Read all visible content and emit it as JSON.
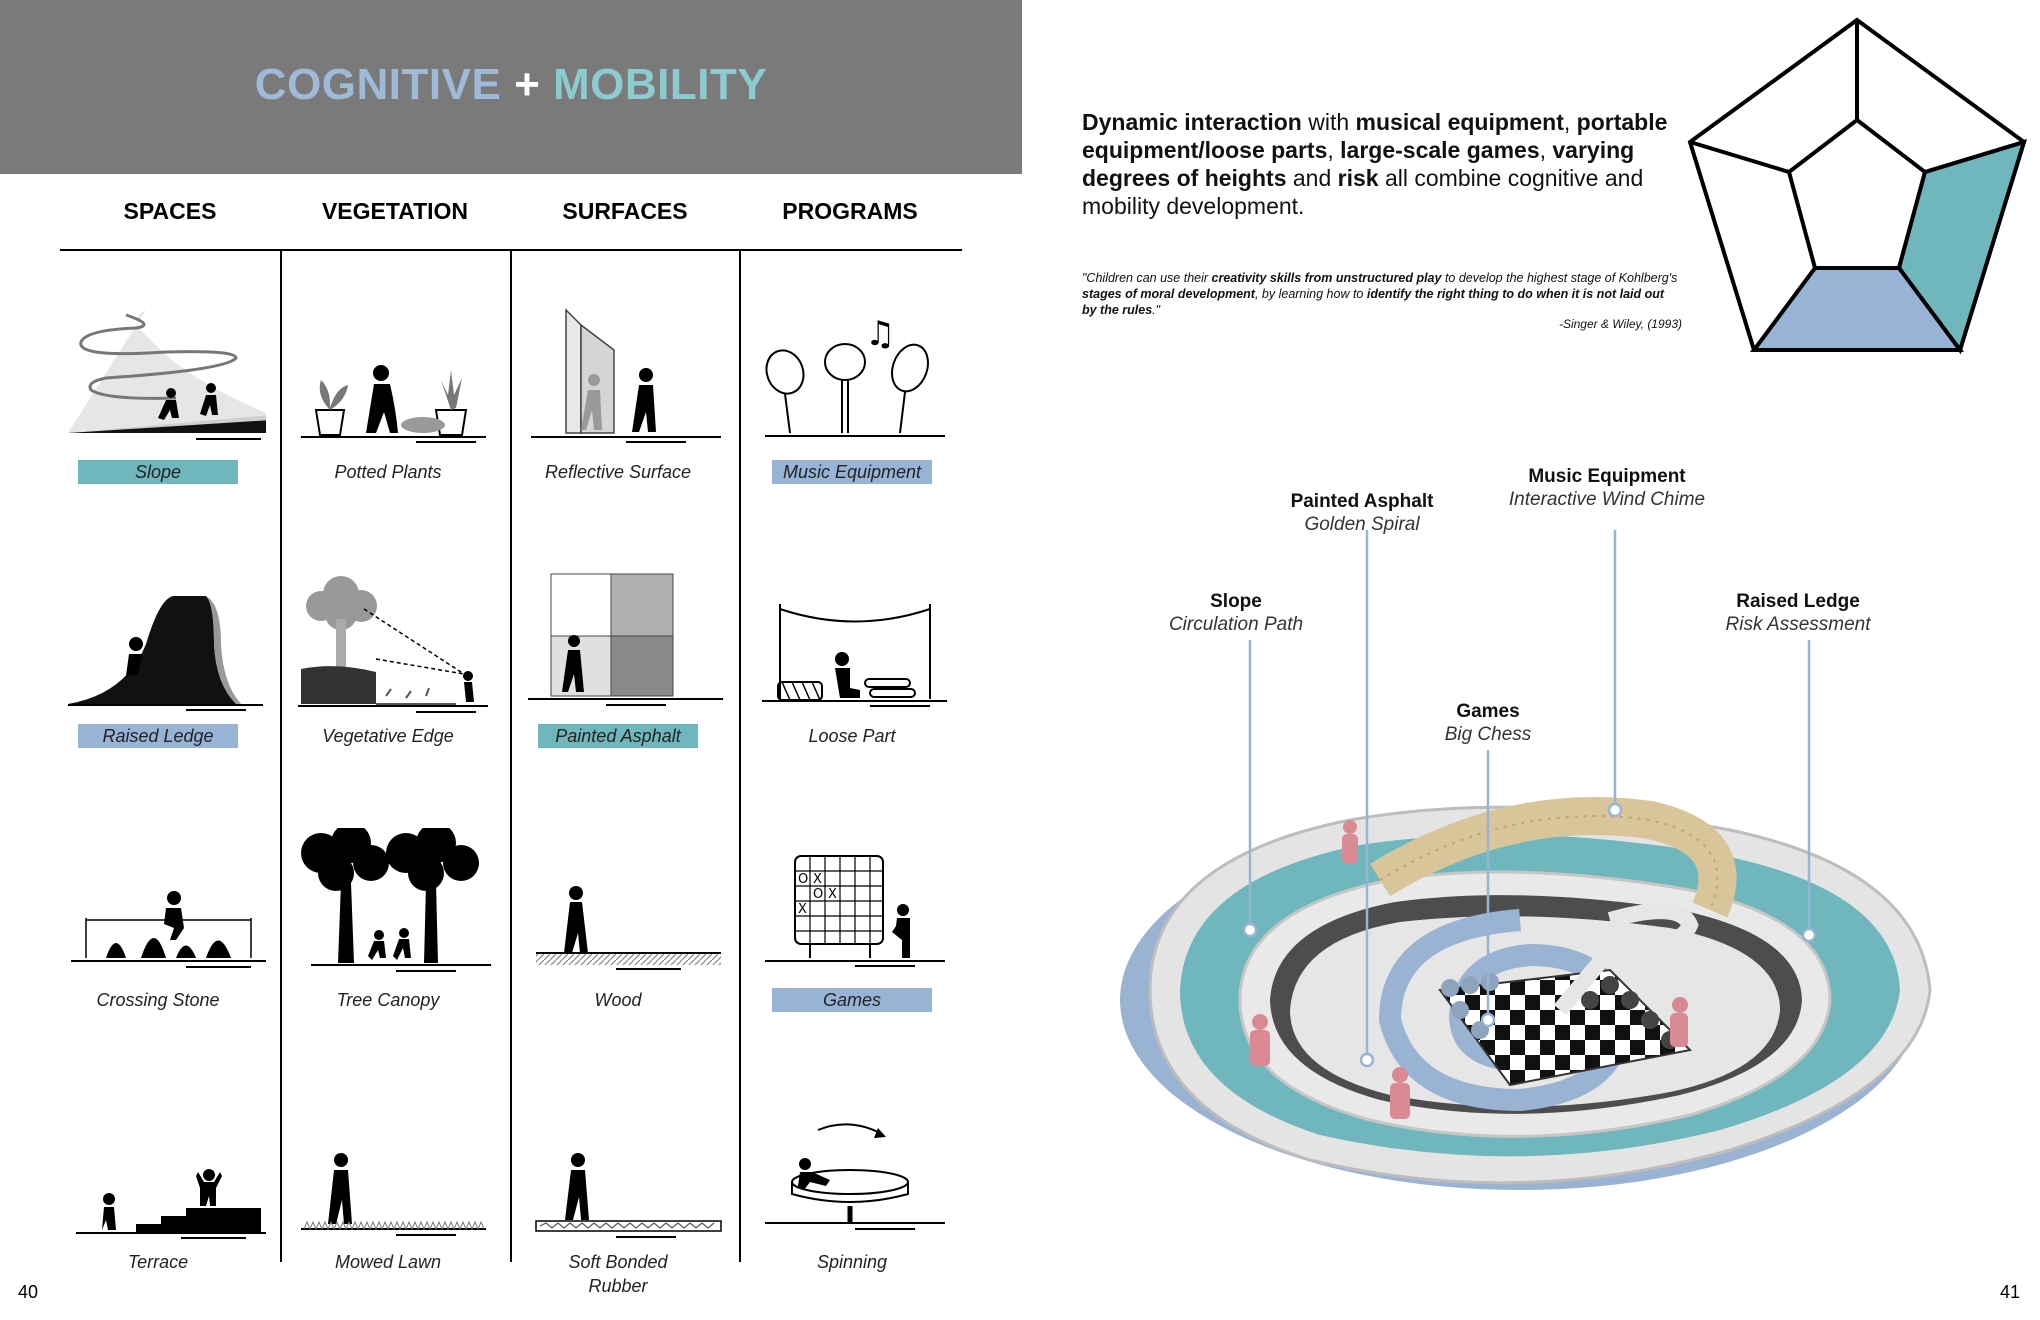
{
  "title": {
    "part1": "COGNITIVE",
    "plus": "+",
    "part2": "MOBILITY"
  },
  "columns": [
    "SPACES",
    "VEGETATION",
    "SURFACES",
    "PROGRAMS"
  ],
  "grid": [
    [
      {
        "label": "Slope",
        "highlight": "teal"
      },
      {
        "label": "Potted Plants"
      },
      {
        "label": "Reflective Surface"
      },
      {
        "label": "Music Equipment",
        "highlight": "blue"
      }
    ],
    [
      {
        "label": "Raised Ledge",
        "highlight": "blue"
      },
      {
        "label": "Vegetative Edge"
      },
      {
        "label": "Painted Asphalt",
        "highlight": "teal"
      },
      {
        "label": "Loose Part"
      }
    ],
    [
      {
        "label": "Crossing Stone"
      },
      {
        "label": "Tree Canopy"
      },
      {
        "label": "Wood"
      },
      {
        "label": "Games",
        "highlight": "blue"
      }
    ],
    [
      {
        "label": "Terrace"
      },
      {
        "label": "Mowed Lawn"
      },
      {
        "label": "Soft Bonded Rubber"
      },
      {
        "label": "Spinning"
      }
    ]
  ],
  "page_left": "40",
  "page_right": "41",
  "intro": {
    "s1b": "Dynamic interaction",
    "s2": " with ",
    "s3b": "musical equipment",
    "s4": ", ",
    "s5b": "portable equipment/loose parts",
    "s6": ", ",
    "s7b": "large-scale games",
    "s8": ", ",
    "s9b": "varying degrees of heights",
    "s10": " and ",
    "s11b": "risk",
    "s12": " all combine cognitive and mobility development."
  },
  "quote": {
    "q1": "\"Children can use their ",
    "q2b": "creativity skills from unstructured play",
    "q3": " to develop the highest stage of Kohlberg's ",
    "q4b": "stages of moral development",
    "q5": ", by learning how to ",
    "q6b": "identify the right thing to do when it is not laid out by the rules",
    "q7": ".\"",
    "cite": "-Singer & Wiley, (1993)"
  },
  "callouts": [
    {
      "title": "Painted Asphalt",
      "subtitle": "Golden Spiral"
    },
    {
      "title": "Music Equipment",
      "subtitle": "Interactive Wind Chime"
    },
    {
      "title": "Slope",
      "subtitle": "Circulation Path"
    },
    {
      "title": "Raised Ledge",
      "subtitle": "Risk Assessment"
    },
    {
      "title": "Games",
      "subtitle": "Big Chess"
    }
  ],
  "chess_marks": [
    "O",
    "X",
    "O",
    "X",
    "X"
  ],
  "colors": {
    "teal": "#6fb7bd",
    "blue": "#97b4d6",
    "band": "#7a7a7a",
    "figure": "#d98a93"
  },
  "icons": [
    "music-note-icon",
    "person-figure-icon",
    "chess-board-icon",
    "tic-tac-toe-icon",
    "pentagon-radar-icon"
  ]
}
